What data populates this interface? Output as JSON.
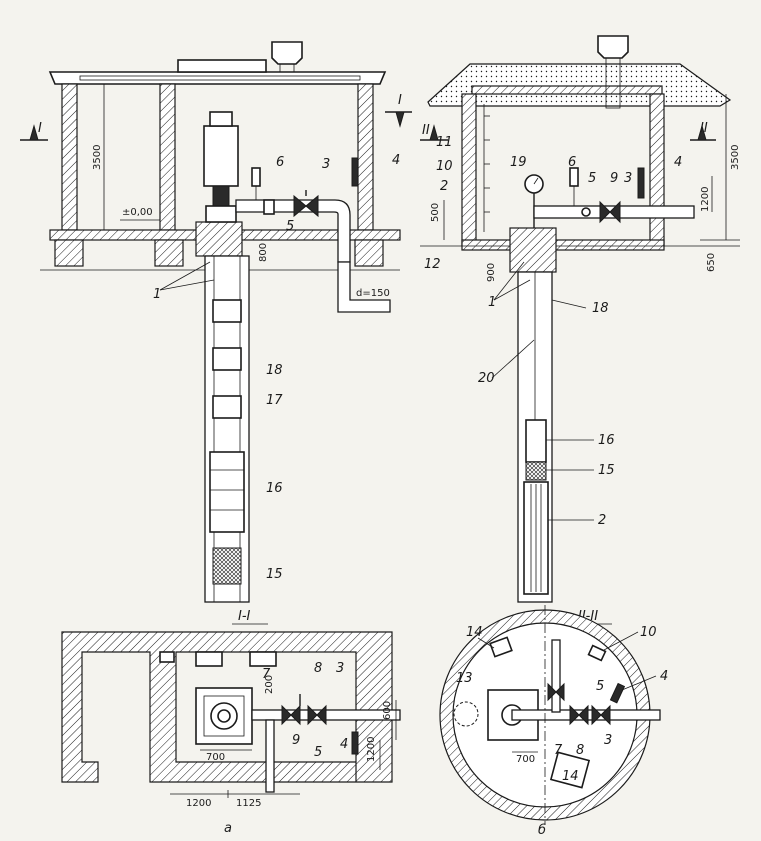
{
  "section_marks": {
    "I": "I",
    "II": "II",
    "section_I_title": "I-I",
    "section_II_title": "II-II"
  },
  "labels_left": {
    "n1": "1",
    "n3": "3",
    "n4": "4",
    "n5": "5",
    "n6": "6",
    "n15": "15",
    "n16": "16",
    "n17": "17",
    "n18": "18"
  },
  "labels_right": {
    "n1": "1",
    "n2": "2",
    "n2b": "2",
    "n3": "3",
    "n4": "4",
    "n5": "5",
    "n6": "6",
    "n9": "9",
    "n10": "10",
    "n11": "11",
    "n12": "12",
    "n15": "15",
    "n16": "16",
    "n18": "18",
    "n19": "19",
    "n20": "20"
  },
  "labels_plan_left": {
    "n3": "3",
    "n4": "4",
    "n5": "5",
    "n7": "7",
    "n8": "8",
    "n9": "9"
  },
  "labels_plan_right": {
    "n3": "3",
    "n4": "4",
    "n5": "5",
    "n7": "7",
    "n8": "8",
    "n10": "10",
    "n13": "13",
    "n14a": "14",
    "n14b": "14"
  },
  "dimensions_left": {
    "height": "3500",
    "level": "±0,00",
    "depth": "800",
    "pipe": "d=150"
  },
  "dimensions_right": {
    "d500": "500",
    "d900": "900",
    "d1200": "1200",
    "d3500": "3500",
    "d650": "650"
  },
  "dimensions_plan_left": {
    "d200": "200",
    "d700": "700",
    "d600": "600",
    "d1200v": "1200",
    "d1200h": "1200",
    "d1125": "1125"
  },
  "dimensions_plan_right": {
    "d700": "700"
  },
  "captions": {
    "a": "а",
    "b": "б"
  }
}
